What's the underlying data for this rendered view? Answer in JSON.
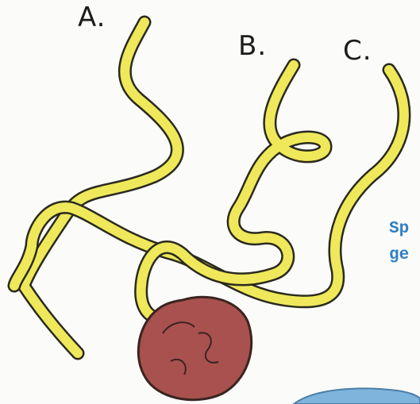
{
  "labels": {
    "a": "A.",
    "b": "B.",
    "c": "C."
  },
  "side_text": {
    "line1": "Sp",
    "line2": "ge"
  },
  "colors": {
    "strand_fill": "#efe85a",
    "strand_outline": "#2a2a1e",
    "protein_fill": "#a8514f",
    "protein_outline": "#3a2420",
    "label_ink": "#1c1c1c",
    "side_text": "#2f7fc4",
    "blue_blob": "#7fb4dc"
  }
}
